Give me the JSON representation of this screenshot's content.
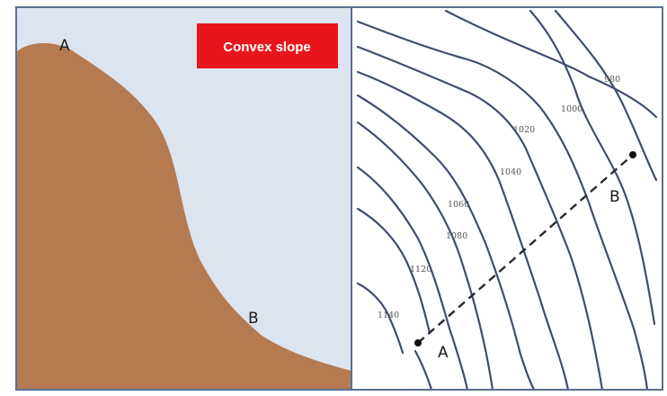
{
  "left_panel": {
    "title": "Convex slope",
    "point_a": "A",
    "point_b": "B"
  },
  "right_panel": {
    "point_a": "A",
    "point_b": "B",
    "contour_labels": [
      "980",
      "1000",
      "1020",
      "1040",
      "1060",
      "1080",
      "1120",
      "1140"
    ]
  },
  "colors": {
    "background": "#dce4ef",
    "ground": "#b57a50",
    "title_box": "#e8161b",
    "contour": "#3e4e6e",
    "frame": "#5a6f92"
  }
}
